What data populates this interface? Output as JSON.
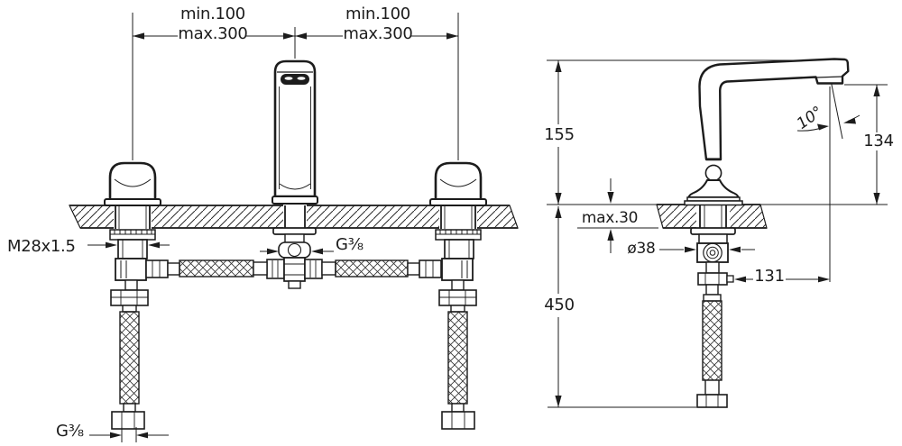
{
  "front_view": {
    "left_spacing_min": "min.100",
    "left_spacing_max": "max.300",
    "right_spacing_min": "min.100",
    "right_spacing_max": "max.300",
    "shank_thread": "M28x1.5",
    "center_hose_thread": "G⅜",
    "hose_end_thread": "G⅜"
  },
  "side_view": {
    "height_to_spout": "155",
    "max_deck_thickness": "max.30",
    "body_diameter": "ø38",
    "hose_length": "450",
    "spout_reach": "131",
    "outlet_height": "134",
    "outlet_angle": "10°"
  },
  "colors": {
    "line": "#1c1c1c",
    "background": "#ffffff"
  }
}
